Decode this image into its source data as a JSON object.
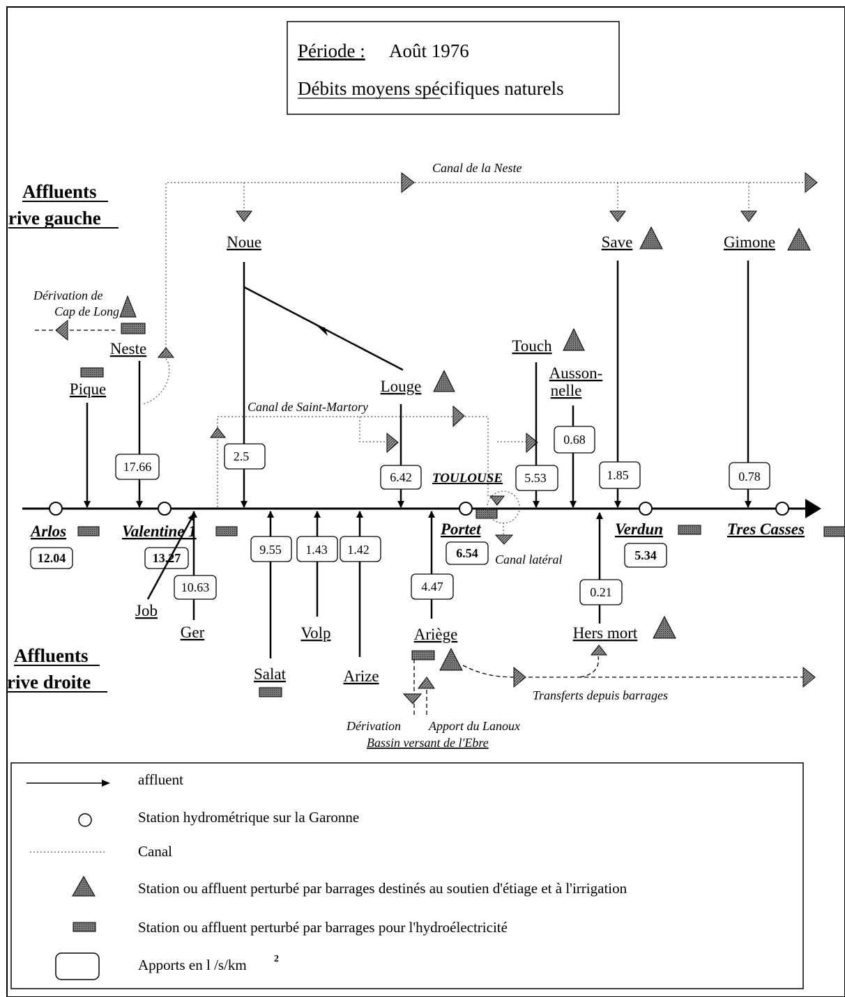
{
  "title": {
    "periode_label": "Période :",
    "periode_value": "Août 1976",
    "subtitle": "Débits moyens spécifiques naturels"
  },
  "banks": {
    "left_1": "Affluents",
    "left_2": "rive gauche",
    "right_1": "Affluents",
    "right_2": "rive droite"
  },
  "canals": {
    "neste": "Canal de la Neste",
    "saint_martory": "Canal de Saint-Martory",
    "lateral": "Canal latéral",
    "transferts": "Transferts depuis barrages",
    "derivation_cap_1": "Dérivation de",
    "derivation_cap_2": "Cap de Long",
    "derivation": "Dérivation",
    "apport_lanoux": "Apport du Lanoux",
    "bassin_ebre": "Bassin versant de l'Ebre"
  },
  "stations": {
    "arlos": {
      "name": "Arlos",
      "value": "12.04"
    },
    "valentine": {
      "name": "Valentine 1",
      "value": "13.27"
    },
    "toulouse": {
      "name": "TOULOUSE"
    },
    "portet": {
      "name": "Portet",
      "value": "6.54"
    },
    "verdun": {
      "name": "Verdun",
      "value": "5.34"
    },
    "tres_casses": {
      "name": "Tres Casses"
    }
  },
  "tributaries": {
    "noue": {
      "name": "Noue",
      "value": "2.5"
    },
    "save": {
      "name": "Save",
      "value": "1.85"
    },
    "gimone": {
      "name": "Gimone",
      "value": "0.78"
    },
    "neste": {
      "name": "Neste",
      "value": "17.66"
    },
    "pique": {
      "name": "Pique"
    },
    "louge": {
      "name": "Louge",
      "value": "6.42"
    },
    "touch": {
      "name": "Touch",
      "value": "5.53"
    },
    "aussonnelle_1": "Ausson-",
    "aussonnelle_2": "nelle",
    "aussonnelle_value": "0.68",
    "job": {
      "name": "Job"
    },
    "ger": {
      "name": "Ger",
      "value": "10.63"
    },
    "salat": {
      "name": "Salat",
      "value": "9.55"
    },
    "volp": {
      "name": "Volp",
      "value": "1.43"
    },
    "arize": {
      "name": "Arize",
      "value": "1.42"
    },
    "ariege": {
      "name": "Ariège",
      "value": "4.47"
    },
    "hers_mort": {
      "name": "Hers mort",
      "value": "0.21"
    }
  },
  "legend": {
    "affluent": "affluent",
    "station": "Station hydrométrique sur la Garonne",
    "canal": "Canal",
    "barrage_etiage": "Station ou affluent perturbé par barrages destinés au soutien d'étiage et à l'irrigation",
    "barrage_hydro": "Station ou affluent perturbé par barrages pour l'hydroélectricité",
    "apports": "Apports en l /s/km",
    "apports_exp": "2"
  },
  "colors": {
    "ink": "#000000",
    "hatch": "#555555",
    "dam": "#444444"
  }
}
